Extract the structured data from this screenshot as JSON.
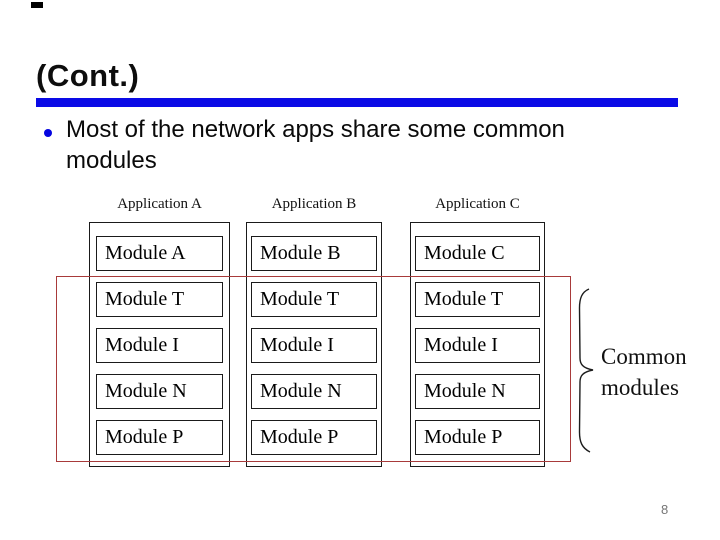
{
  "title": "(Cont.)",
  "bullet": {
    "text": "Most of the network apps share some common modules"
  },
  "diagram": {
    "columns": [
      {
        "header": "Application A",
        "modules": [
          "Module A",
          "Module T",
          "Module I",
          "Module N",
          "Module P"
        ]
      },
      {
        "header": "Application B",
        "modules": [
          "Module B",
          "Module T",
          "Module I",
          "Module N",
          "Module P"
        ]
      },
      {
        "header": "Application C",
        "modules": [
          "Module C",
          "Module T",
          "Module I",
          "Module N",
          "Module P"
        ]
      }
    ],
    "annotation": "Common modules",
    "highlight_color": "#a83a3a"
  },
  "accent_color": "#0a0ae6",
  "page_number": "8"
}
